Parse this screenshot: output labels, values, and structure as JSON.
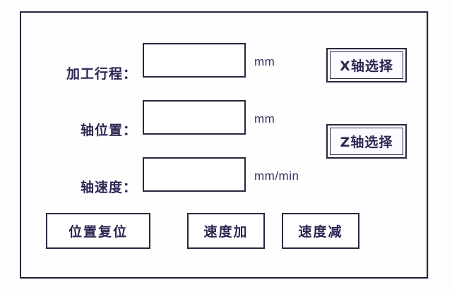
{
  "panel": {
    "border_color": "#2b2740",
    "background": "#fefeff",
    "text_color": "#2e2752"
  },
  "fields": [
    {
      "label": "加工行程：",
      "value": "",
      "placeholder": "",
      "unit": "mm"
    },
    {
      "label": "轴位置：",
      "value": "",
      "placeholder": "",
      "unit": "mm"
    },
    {
      "label": "轴速度：",
      "value": "",
      "placeholder": "",
      "unit": "mm/min"
    }
  ],
  "axis_buttons": [
    {
      "label": "X轴选择"
    },
    {
      "label": "Z轴选择"
    }
  ],
  "action_buttons": [
    {
      "label": "位置复位"
    },
    {
      "label": "速度加"
    },
    {
      "label": "速度减"
    }
  ]
}
